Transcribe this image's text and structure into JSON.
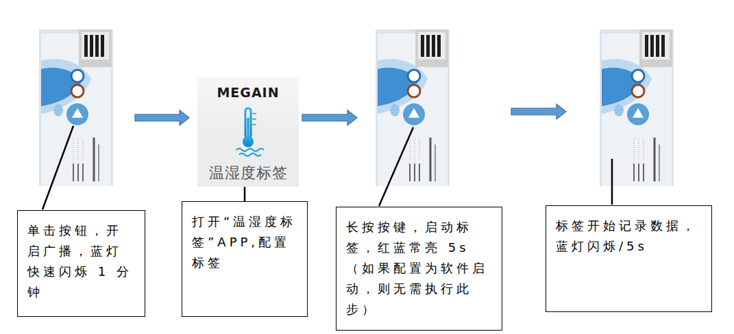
{
  "diagram": {
    "nodes": [
      {
        "text": [
          "MEGAIN",
          "温湿度标签"
        ]
      },
      {
        "text": [
          "单击按钮，开启广播，蓝灯快速闪烁 1 分钟"
        ]
      },
      {
        "text": [
          "打开“温湿度标签”APP,配置标签"
        ]
      },
      {
        "text": [
          "长按按键，启动标签，红蓝常亮 5s（如果配置为软件启动，则无需执行此步）"
        ]
      },
      {
        "text": [
          "标签开始记录数据，蓝灯闪烁/5s"
        ]
      }
    ],
    "edges": [
      {
        "from": 2,
        "to": 0,
        "arrow": "none"
      }
    ]
  }
}
